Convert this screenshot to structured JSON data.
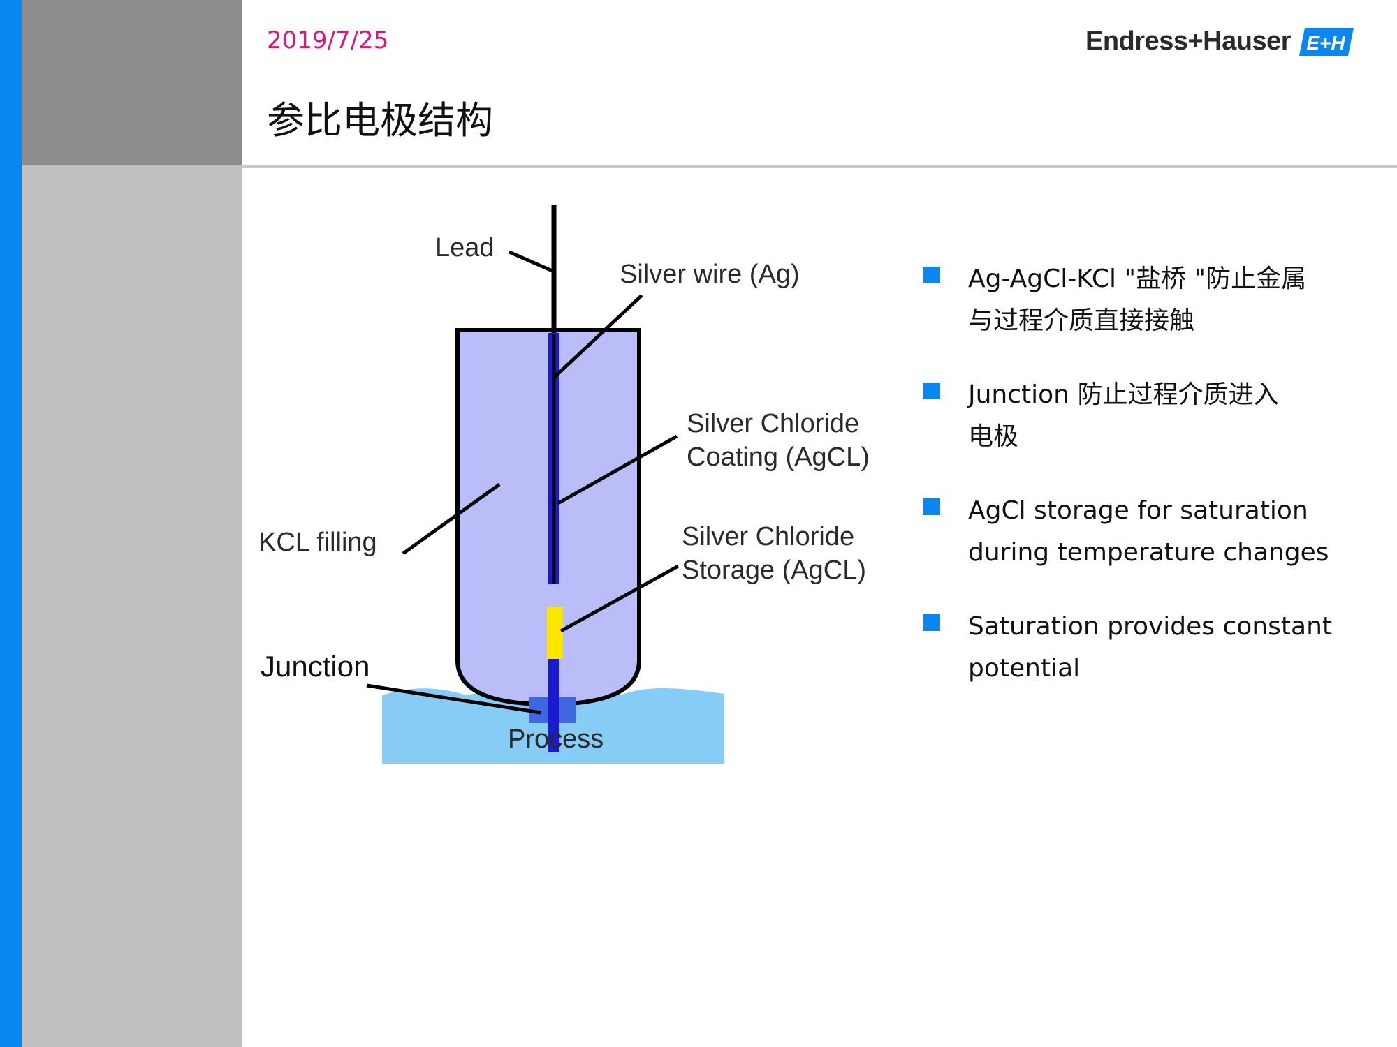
{
  "header": {
    "date": "2019/7/25",
    "title": "参比电极结构",
    "logo_text": "Endress+Hauser",
    "logo_mark": "E+H",
    "logo_color": "#0a86f0"
  },
  "diagram": {
    "labels": {
      "lead": "Lead",
      "silver_wire": "Silver wire (Ag)",
      "coating_line1": "Silver Chloride",
      "coating_line2": "Coating (AgCL)",
      "storage_line1": "Silver Chloride",
      "storage_line2": "Storage (AgCL)",
      "kcl": "KCL filling",
      "junction": "Junction",
      "process": "Process"
    },
    "colors": {
      "electrode_fill": "#bbbdf9",
      "wire": "#1a1ad0",
      "storage": "#ffe600",
      "process": "#86ccf4",
      "junction": "#3f67e0"
    }
  },
  "bullets": [
    {
      "line1": "Ag-AgCl-KCl \"盐桥 \"防止金属",
      "line2": "与过程介质直接接触"
    },
    {
      "line1": "Junction 防止过程介质进入",
      "line2": "电极"
    },
    {
      "line1": "AgCl storage for  saturation",
      "line2": "during temperature changes"
    },
    {
      "line1": "Saturation provides constant",
      "line2": "potential"
    }
  ]
}
